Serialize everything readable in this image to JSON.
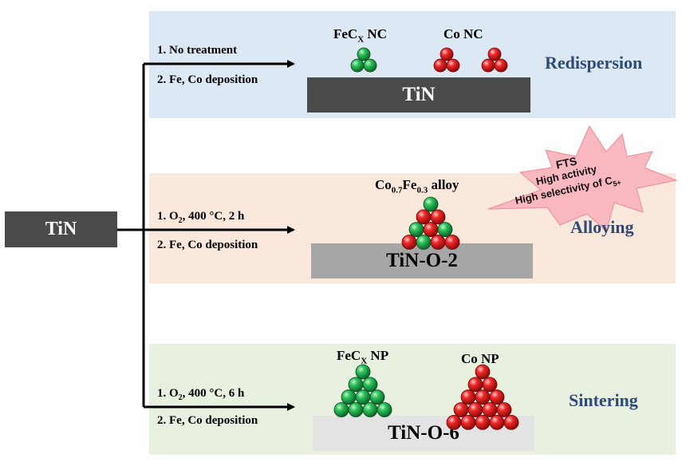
{
  "source": {
    "label": "TiN"
  },
  "routes": [
    {
      "step1": "1. No treatment",
      "step2": "2. Fe, Co deposition",
      "substrate": "TiN",
      "cluster_labels": [
        {
          "main": "FeC",
          "sub": "X",
          "tail": " NC"
        },
        {
          "main": "Co NC",
          "sub": "",
          "tail": ""
        }
      ],
      "outcome": "Redispersion"
    },
    {
      "step1_pre": "1. O",
      "step1_sub": "2",
      "step1_post": ", 400 °C, 2 h",
      "step2": "2. Fe, Co deposition",
      "substrate": "TiN-O-2",
      "cluster_labels": [
        {
          "a": "Co",
          "a_sub": "0.7",
          "b": "Fe",
          "b_sub": "0.3",
          "tail": " alloy"
        }
      ],
      "outcome": "Alloying"
    },
    {
      "step1_pre": "1. O",
      "step1_sub": "2",
      "step1_post": ", 400 °C, 6 h",
      "step2": "2. Fe, Co deposition",
      "substrate": "TiN-O-6",
      "cluster_labels": [
        {
          "main": "FeC",
          "sub": "X",
          "tail": " NP"
        },
        {
          "main": "Co NP",
          "sub": "",
          "tail": ""
        }
      ],
      "outcome": "Sintering"
    }
  ],
  "burst": {
    "line1": "FTS",
    "line2": "High activity",
    "line3_pre": "High selectivity of C",
    "line3_sub": "5+"
  },
  "colors": {
    "fe_particle": "#1aa34a",
    "co_particle": "#e01f1f",
    "outcome_text": "#2e4a78",
    "burst_fill": "#f9b8bf"
  }
}
